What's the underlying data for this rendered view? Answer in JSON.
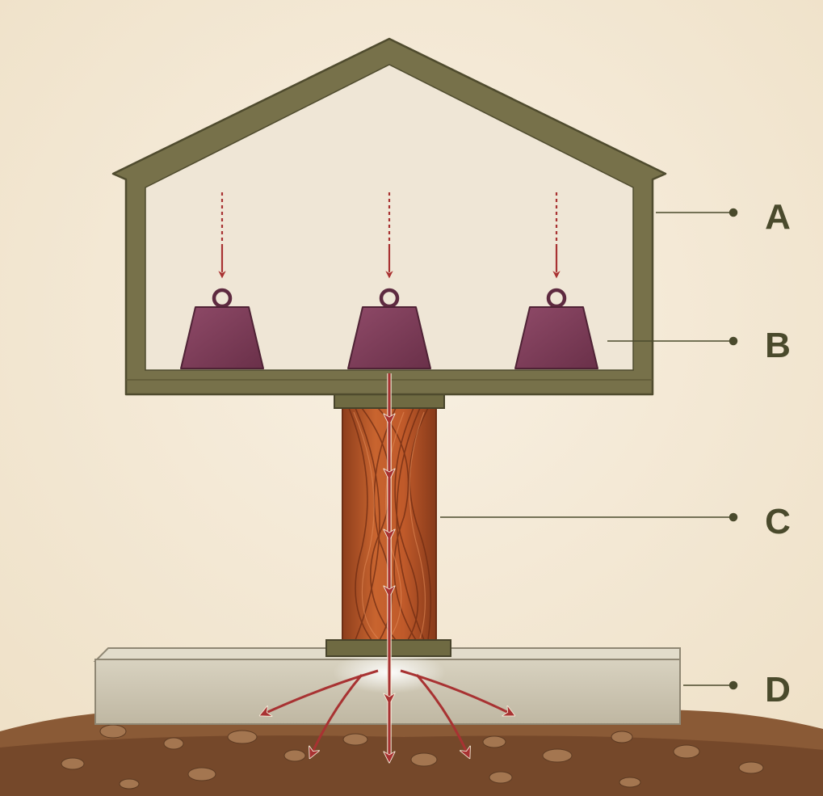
{
  "labels": {
    "A": "A",
    "B": "B",
    "C": "C",
    "D": "D"
  },
  "colors": {
    "background": "#f5ead8",
    "frame": "#77714a",
    "frame_dark": "#4f4b2e",
    "interior": "#efe6d6",
    "weight": "#7e3d5a",
    "column": "#b8552b",
    "footing": "#cfc8b6",
    "soil": "#8a5a36",
    "arrow": "#a83232",
    "leader": "#4a4a2c"
  },
  "icons": {
    "load": "weight-icon",
    "force": "down-arrow-icon"
  }
}
